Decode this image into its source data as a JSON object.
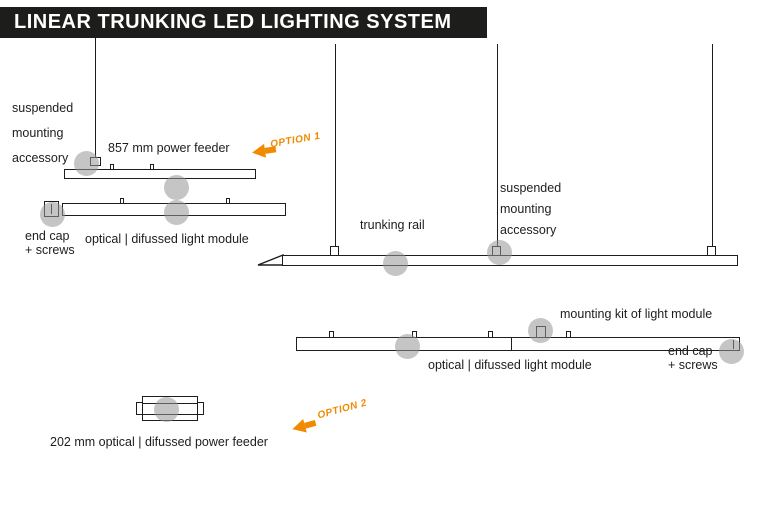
{
  "header": {
    "title": "LINEAR TRUNKING LED LIGHTING SYSTEM"
  },
  "colors": {
    "header_bg": "#1d1d1b",
    "accent_orange": "#f08a00",
    "callout_gray": "#969696"
  },
  "option1": {
    "tag": "OPTION 1",
    "power_feeder_label": "857 mm power feeder",
    "suspended_accessory_label": "suspended\nmounting\naccessory",
    "end_cap_label": "end cap\n+ screws",
    "light_module_label": "optical | difussed light module"
  },
  "trunking": {
    "rail_label": "trunking rail",
    "suspended_accessory_label": "suspended\nmounting\naccessory"
  },
  "light_module": {
    "mounting_kit_label": "mounting kit of light module",
    "module_label": "optical | difussed light module",
    "end_cap_label": "end cap\n+ screws"
  },
  "option2": {
    "tag": "OPTION 2",
    "power_feeder_label": "202 mm optical | difussed power feeder"
  }
}
